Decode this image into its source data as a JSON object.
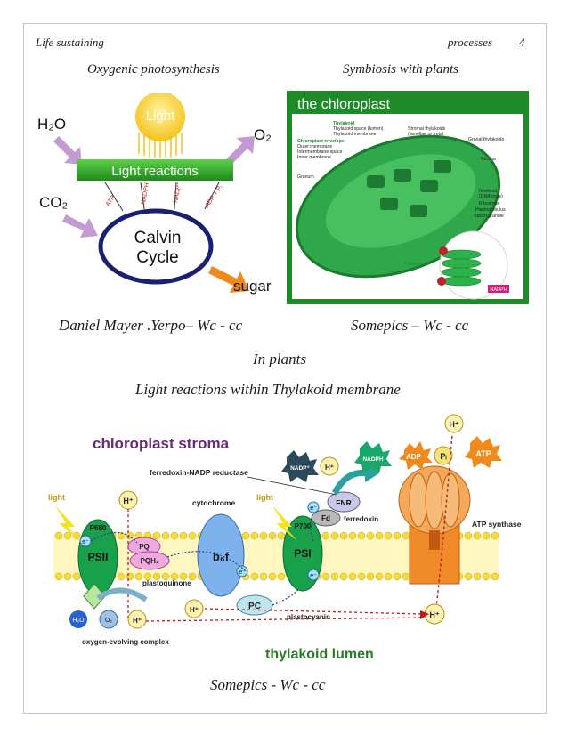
{
  "header": {
    "left": "Life sustaining",
    "right": "processes",
    "page": "4"
  },
  "captions": {
    "left": "Oxygenic photosynthesis",
    "right": "Symbiosis with plants"
  },
  "credits": {
    "left": "Daniel Mayer .Yerpo– Wc - cc",
    "right": "Somepics – Wc - cc",
    "bottom": "Somepics  -  Wc  -  cc"
  },
  "section": {
    "title": "In plants",
    "subtitle": "Light reactions within Thylakoid membrane"
  },
  "photo_diagram": {
    "light": "Light",
    "h2o": "H₂O",
    "o2": "O₂",
    "co2": "CO₂",
    "light_reactions": "Light reactions",
    "calvin1": "Calvin",
    "calvin2": "Cycle",
    "sugar": "sugar",
    "atp": "ATP",
    "nadph": "NADPH",
    "nadp": "NADP⁺",
    "adp": "ADP + Pᵢ"
  },
  "chloroplast": {
    "title": "the chloroplast",
    "labels": {
      "thylakoid_head": "Thylakoid",
      "thylakoid_space": "Thylakoid space (lumen)",
      "thylakoid_membrane": "Thylakoid membrane",
      "envelope": "Chloroplast envelope",
      "outer": "Outer membrane",
      "inter": "Intermembrane space",
      "inner": "Inner membrane",
      "granum": "Granum",
      "stromal": "Stromal thylakoids",
      "stromal2": "(lamellae or frets)",
      "granal": "Granal thylakoids",
      "stroma": "Stroma",
      "nucleoid": "Nucleoid",
      "nucleoid2": "(DNA rings)",
      "ribosome": "Ribosome",
      "plasto": "Plastoglobulus",
      "starch": "Starch granule",
      "thylakoid": "Thylakoid",
      "nadph": "NADPH"
    }
  },
  "thylakoid": {
    "stroma": "chloroplast stroma",
    "lumen": "thylakoid lumen",
    "fnr_label": "ferredoxin-NADP reductase",
    "cytochrome": "cytochrome",
    "light1": "light",
    "light2": "light",
    "p680": "P680",
    "psii": "PSII",
    "p700": "P700",
    "psi": "PSI",
    "pq": "PQ",
    "pqh2": "PQH₂",
    "plastoquinone": "plastoquinone",
    "b6f": "b₆f",
    "pc": "PC",
    "plastocyanin": "plastocyanin",
    "fd": "Fd",
    "ferredoxin": "ferredoxin",
    "fnr": "FNR",
    "nadp": "NADP⁺",
    "nadph": "NADPH",
    "h": "H⁺",
    "e": "e⁻",
    "h2o": "H₂O",
    "o2": "O₂",
    "oec": "oxygen-evolving complex",
    "adp": "ADP",
    "pi": "Pᵢ",
    "atp": "ATP",
    "atp_synthase": "ATP synthase"
  }
}
